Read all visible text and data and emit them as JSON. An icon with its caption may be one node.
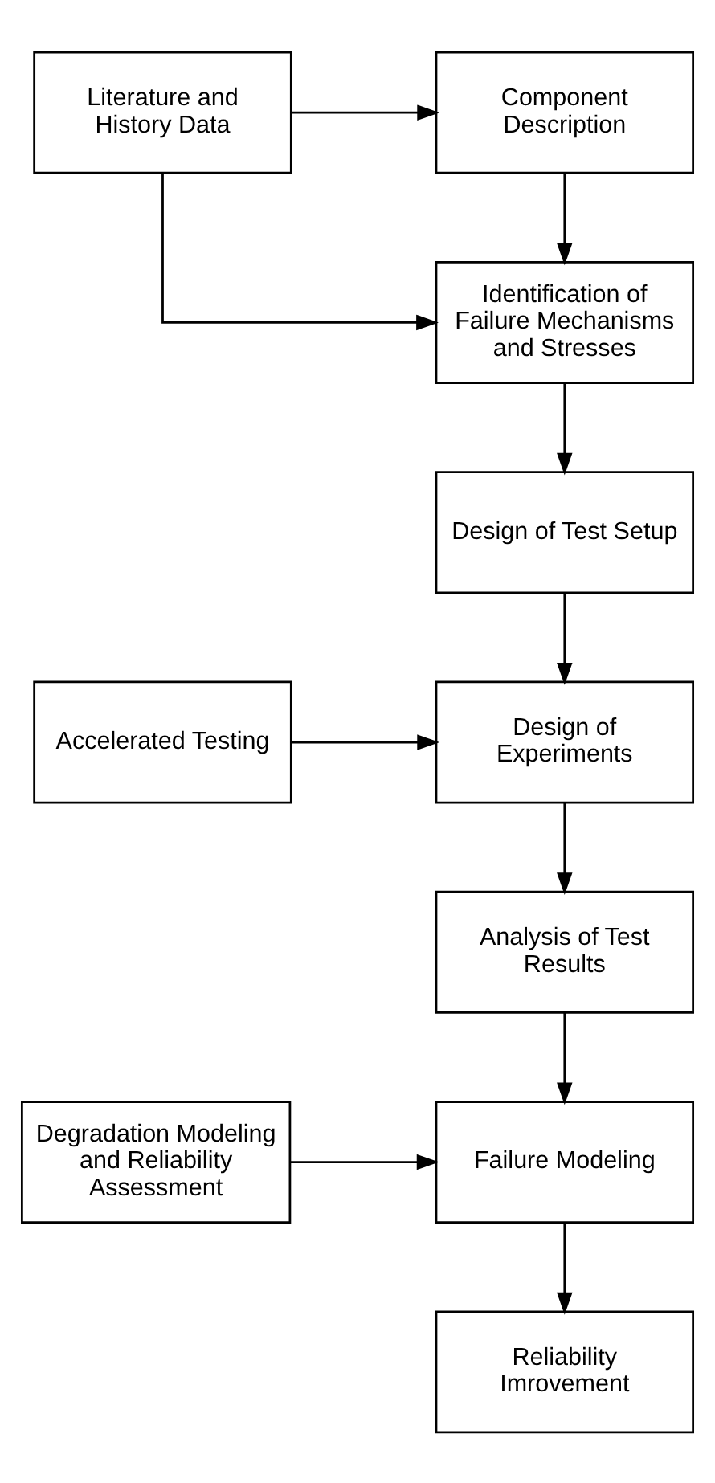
{
  "diagram": {
    "nodes": [
      {
        "text": [
          "Component Description"
        ]
      },
      {
        "text": [
          "Identification of Failure Mechanisms and Stresses"
        ]
      },
      {
        "text": [
          "Design of Test Setup"
        ]
      },
      {
        "text": [
          "Design of Experiments"
        ]
      },
      {
        "text": [
          "Analysis of Test Results"
        ]
      },
      {
        "text": [
          "Failure Modeling"
        ]
      },
      {
        "text": [
          "Reliability Imrovement"
        ]
      },
      {
        "text": [
          "Literature and History Data"
        ]
      },
      {
        "text": [
          "Accelerated Testing"
        ]
      },
      {
        "text": [
          "Degradation Modeling and Reliability Assessment"
        ]
      }
    ],
    "edges": [
      {
        "from": 0,
        "to": 1,
        "arrow": "to"
      },
      {
        "from": 1,
        "to": 2,
        "arrow": "to"
      },
      {
        "from": 2,
        "to": 3,
        "arrow": "to"
      },
      {
        "from": 3,
        "to": 4,
        "arrow": "to"
      },
      {
        "from": 4,
        "to": 5,
        "arrow": "to"
      },
      {
        "from": 5,
        "to": 6,
        "arrow": "to"
      },
      {
        "from": 7,
        "to": 0,
        "arrow": "to"
      },
      {
        "from": 7,
        "to": 1,
        "arrow": "to"
      },
      {
        "from": 8,
        "to": 3,
        "arrow": "to"
      },
      {
        "from": 9,
        "to": 5,
        "arrow": "to"
      }
    ]
  }
}
